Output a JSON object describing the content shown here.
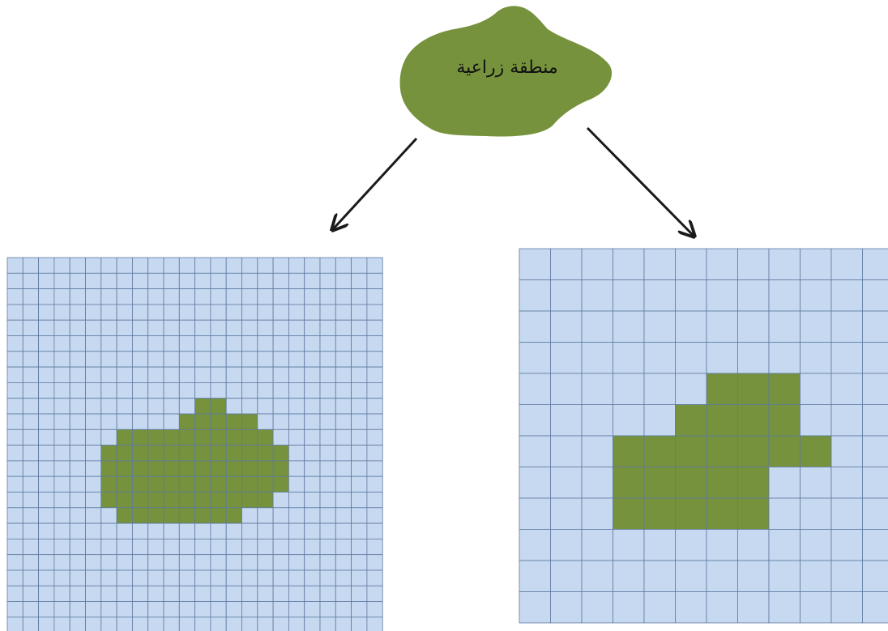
{
  "region": {
    "label": "منطقة زراعية",
    "fill_color": "#76923c"
  },
  "grid": {
    "cell_color": "#c6d9f0",
    "line_color": "#5f7aa0",
    "fill_color": "#76923c"
  },
  "fine_grid": {
    "cols": 24,
    "rows": 24,
    "filled_rows": [
      {
        "row": 9,
        "cols": [
          12,
          13
        ]
      },
      {
        "row": 10,
        "cols": [
          11,
          12,
          13,
          14,
          15
        ]
      },
      {
        "row": 11,
        "cols": [
          7,
          8,
          9,
          10,
          11,
          12,
          13,
          14,
          15,
          16
        ]
      },
      {
        "row": 12,
        "cols": [
          6,
          7,
          8,
          9,
          10,
          11,
          12,
          13,
          14,
          15,
          16,
          17
        ]
      },
      {
        "row": 13,
        "cols": [
          6,
          7,
          8,
          9,
          10,
          11,
          12,
          13,
          14,
          15,
          16,
          17
        ]
      },
      {
        "row": 14,
        "cols": [
          6,
          7,
          8,
          9,
          10,
          11,
          12,
          13,
          14,
          15,
          16,
          17
        ]
      },
      {
        "row": 15,
        "cols": [
          6,
          7,
          8,
          9,
          10,
          11,
          12,
          13,
          14,
          15,
          16
        ]
      },
      {
        "row": 16,
        "cols": [
          7,
          8,
          9,
          10,
          11,
          12,
          13,
          14
        ]
      }
    ]
  },
  "coarse_grid": {
    "cols": 12,
    "rows": 12,
    "filled_rows": [
      {
        "row": 4,
        "cols": [
          6,
          7,
          8
        ]
      },
      {
        "row": 5,
        "cols": [
          5,
          6,
          7,
          8
        ]
      },
      {
        "row": 6,
        "cols": [
          3,
          4,
          5,
          6,
          7,
          8,
          9
        ]
      },
      {
        "row": 7,
        "cols": [
          3,
          4,
          5,
          6,
          7
        ]
      },
      {
        "row": 8,
        "cols": [
          3,
          4,
          5,
          6,
          7
        ]
      }
    ]
  }
}
